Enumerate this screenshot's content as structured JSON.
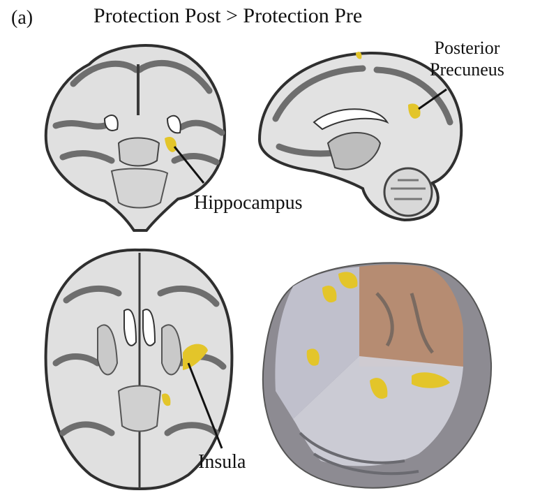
{
  "panel_label": "(a)",
  "title": "Protection Post > Protection Pre",
  "labels": {
    "precuneus_line1": "Posterior",
    "precuneus_line2": "Precuneus",
    "hippocampus": "Hippocampus",
    "insula": "Insula"
  },
  "colors": {
    "activation": "#e3c52a",
    "white_matter": "#e3e3e3",
    "gray_matter": "#8a8a8a",
    "outline": "#2f2f2f",
    "render_surface": "#8d8b92",
    "render_cut": "#b68c72"
  }
}
